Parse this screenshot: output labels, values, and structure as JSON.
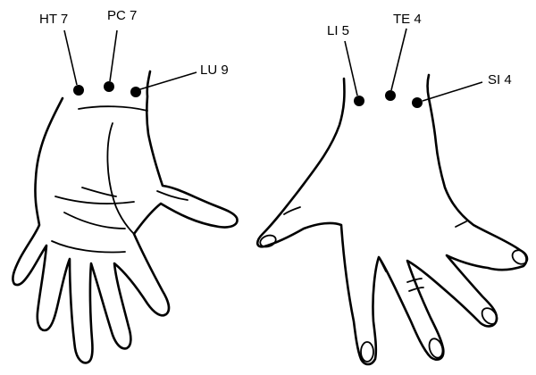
{
  "palm_hand": {
    "points": [
      {
        "label": "HT 7"
      },
      {
        "label": "PC 7"
      },
      {
        "label": "LU 9"
      }
    ]
  },
  "back_hand": {
    "points": [
      {
        "label": "LI 5"
      },
      {
        "label": "TE 4"
      },
      {
        "label": "SI 4"
      }
    ]
  },
  "colors": {
    "ink": "#000000",
    "background": "#ffffff"
  }
}
